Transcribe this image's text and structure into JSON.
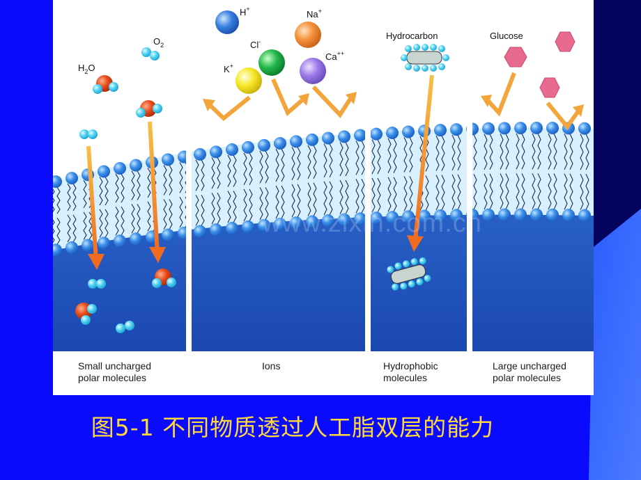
{
  "slide": {
    "caption": "图5-1 不同物质透过人工脂双层的能力",
    "colors": {
      "background": "#0a0aff",
      "caption": "#ffd83a",
      "corner_dark": "#04045e",
      "corner_light": "#3b6bff"
    }
  },
  "figure": {
    "watermark": "www.zixin.com.cn",
    "panels": [
      {
        "label_line1": "Small uncharged",
        "label_line2": "polar molecules"
      },
      {
        "label_line1": "Ions",
        "label_line2": ""
      },
      {
        "label_line1": "Hydrophobic",
        "label_line2": "molecules"
      },
      {
        "label_line1": "Large uncharged",
        "label_line2": "polar molecules"
      }
    ],
    "molecules": {
      "water": {
        "base": "H",
        "sub": "2",
        "rest": "O"
      },
      "oxygen": {
        "base": "O",
        "sub": "2"
      },
      "hydrogen": {
        "base": "H",
        "sup": "+"
      },
      "chloride": {
        "base": "Cl",
        "sup": "-"
      },
      "sodium": {
        "base": "Na",
        "sup": "+"
      },
      "potassium": {
        "base": "K",
        "sup": "+"
      },
      "calcium": {
        "base": "Ca",
        "sup": "++"
      },
      "hydrocarbon": "Hydrocarbon",
      "glucose": "Glucose"
    }
  }
}
